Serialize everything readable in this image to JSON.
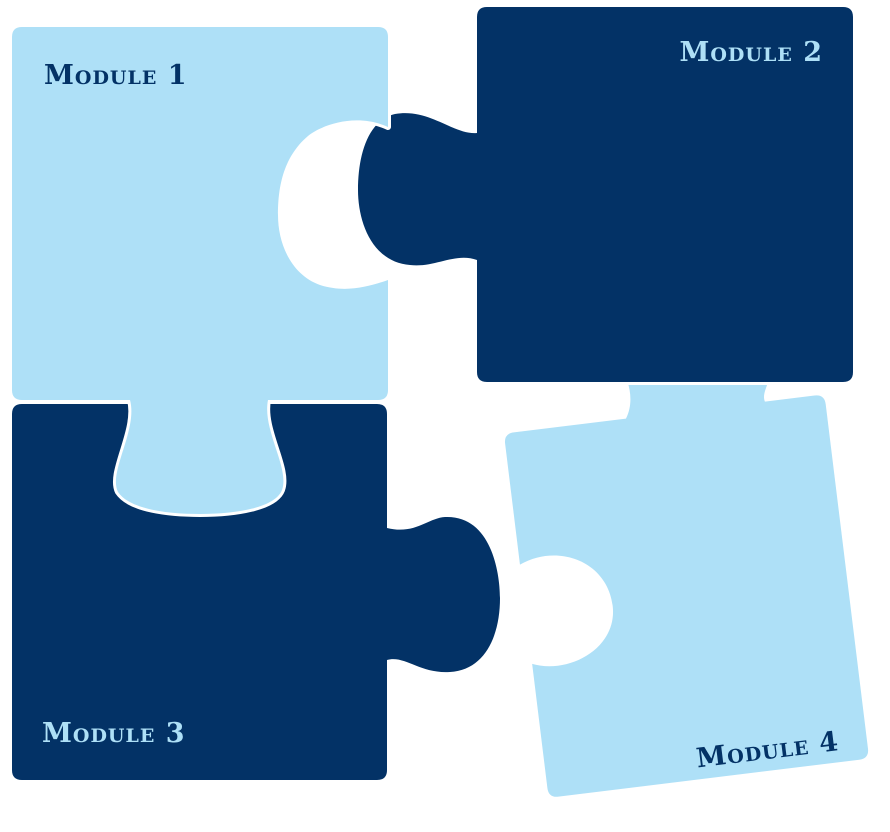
{
  "colors": {
    "light": "#aee0f7",
    "dark": "#033266",
    "gap": "#ffffff"
  },
  "modules": [
    {
      "label": "Module 1",
      "fill": "light",
      "text_color": "dark"
    },
    {
      "label": "Module 2",
      "fill": "dark",
      "text_color": "light"
    },
    {
      "label": "Module 3",
      "fill": "dark",
      "text_color": "light"
    },
    {
      "label": "Module 4",
      "fill": "light",
      "text_color": "dark"
    }
  ]
}
